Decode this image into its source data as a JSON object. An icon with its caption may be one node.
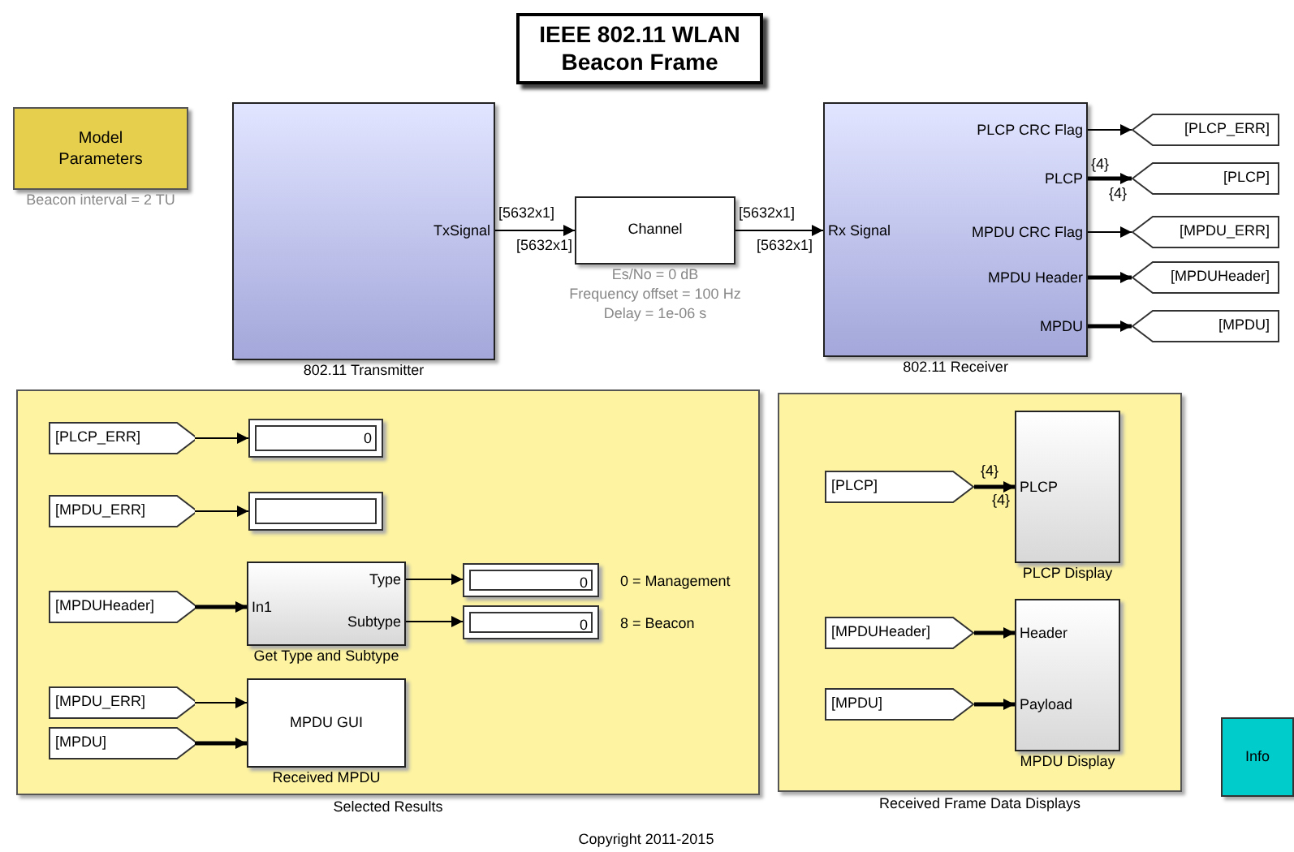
{
  "diagram": {
    "title": "IEEE 802.11 WLAN Beacon Frame",
    "nodes": [
      {
        "text": [
          "Model Parameters"
        ],
        "beside": [
          "Beacon interval = 2 TU"
        ]
      },
      {
        "text": [
          "TxSignal"
        ],
        "beside": [
          "802.11 Transmitter"
        ]
      },
      {
        "text": [
          "Channel"
        ],
        "beside": [
          "Es/No = 0 dB",
          "Frequency offset = 100 Hz",
          "Delay = 1e-06 s"
        ]
      },
      {
        "text": [
          "Rx Signal",
          "PLCP CRC Flag",
          "PLCP",
          "MPDU CRC Flag",
          "MPDU Header",
          "MPDU"
        ],
        "beside": [
          "802.11 Receiver"
        ]
      },
      {
        "text": [
          "[PLCP_ERR]"
        ]
      },
      {
        "text": [
          "[PLCP]"
        ]
      },
      {
        "text": [
          "[MPDU_ERR]"
        ]
      },
      {
        "text": [
          "[MPDUHeader]"
        ]
      },
      {
        "text": [
          "[MPDU]"
        ]
      },
      {
        "text": [
          "Selected Results"
        ]
      },
      {
        "text": [
          "[PLCP_ERR]"
        ],
        "in": 9
      },
      {
        "text": [
          "0"
        ],
        "in": 9
      },
      {
        "text": [
          "[MPDU_ERR]"
        ],
        "in": 9
      },
      {
        "text": [],
        "shape": "box",
        "in": 9
      },
      {
        "text": [
          "[MPDUHeader]"
        ],
        "in": 9
      },
      {
        "text": [
          "In1",
          "Type",
          "Subtype"
        ],
        "beside": [
          "Get Type and Subtype"
        ],
        "in": 9
      },
      {
        "text": [
          "0"
        ],
        "beside": [
          "0 = Management"
        ],
        "in": 9
      },
      {
        "text": [
          "0"
        ],
        "beside": [
          "8 = Beacon"
        ],
        "in": 9
      },
      {
        "text": [
          "[MPDU_ERR]"
        ],
        "in": 9
      },
      {
        "text": [
          "[MPDU]"
        ],
        "in": 9
      },
      {
        "text": [
          "MPDU GUI"
        ],
        "beside": [
          "Received MPDU"
        ],
        "in": 9
      },
      {
        "text": [
          "Received Frame Data Displays"
        ]
      },
      {
        "text": [
          "[PLCP]"
        ],
        "in": 21
      },
      {
        "text": [
          "PLCP"
        ],
        "beside": [
          "PLCP Display"
        ],
        "in": 21
      },
      {
        "text": [
          "[MPDUHeader]"
        ],
        "in": 21
      },
      {
        "text": [
          "[MPDU]"
        ],
        "in": 21
      },
      {
        "text": [
          "Header",
          "Payload"
        ],
        "beside": [
          "MPDU Display"
        ],
        "in": 21
      },
      {
        "text": [
          "Info"
        ]
      }
    ],
    "edges": [
      {
        "from": 1,
        "to": 2,
        "arrow": "to",
        "label": "[5632x1]"
      },
      {
        "from": 2,
        "to": 3,
        "arrow": "to",
        "label": "[5632x1]"
      },
      {
        "from": 3,
        "to": 4,
        "arrow": "to"
      },
      {
        "from": 3,
        "to": 5,
        "arrow": "to",
        "style": "thick",
        "label": "{4}"
      },
      {
        "from": 3,
        "to": 6,
        "arrow": "to"
      },
      {
        "from": 3,
        "to": 7,
        "arrow": "to",
        "style": "thick"
      },
      {
        "from": 3,
        "to": 8,
        "arrow": "to",
        "style": "thick"
      },
      {
        "from": 10,
        "to": 11,
        "arrow": "to"
      },
      {
        "from": 12,
        "to": 13,
        "arrow": "to"
      },
      {
        "from": 14,
        "to": 15,
        "arrow": "to",
        "style": "thick"
      },
      {
        "from": 15,
        "to": 16,
        "arrow": "to"
      },
      {
        "from": 15,
        "to": 17,
        "arrow": "to"
      },
      {
        "from": 18,
        "to": 20,
        "arrow": "to"
      },
      {
        "from": 19,
        "to": 20,
        "arrow": "to",
        "style": "thick"
      },
      {
        "from": 22,
        "to": 23,
        "arrow": "to",
        "style": "thick",
        "label": "{4}"
      },
      {
        "from": 24,
        "to": 26,
        "arrow": "to",
        "style": "thick"
      },
      {
        "from": 25,
        "to": 26,
        "arrow": "to",
        "style": "thick"
      }
    ],
    "labels": [
      "[5632x1]",
      "[5632x1]",
      "{4}",
      "{4}",
      "Copyright 2011-2015"
    ]
  }
}
